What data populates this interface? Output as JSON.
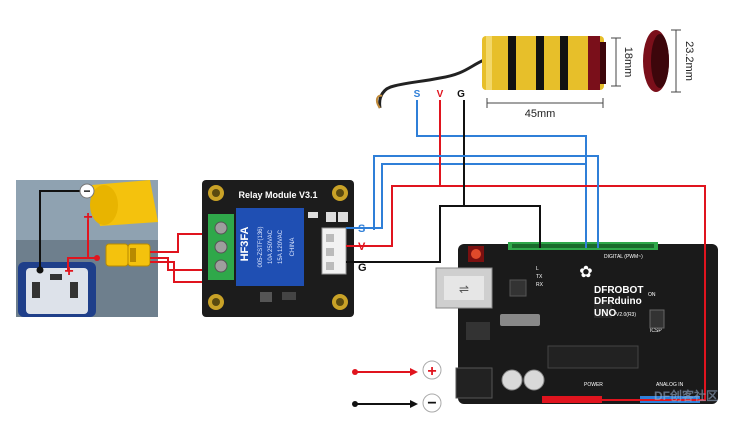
{
  "sensor": {
    "pin_s": "S",
    "pin_v": "V",
    "pin_g": "G",
    "dim_length": "45mm",
    "dim_diameter": "18mm",
    "dim_cap": "23.2mm"
  },
  "relay": {
    "title": "Relay Module V3.1",
    "pin_s": "S",
    "pin_v": "V",
    "pin_g": "G",
    "chip_brand": "HF3FA",
    "chip_model": "005-ZSTF(136)",
    "chip_rating1": "10A 250VAC",
    "chip_rating2": "15A 120VAC",
    "chip_country": "CHINA"
  },
  "arduino": {
    "brand": "DFROBOT",
    "name": "DFRduino",
    "model": "UNO",
    "version": "V2.0(R3)",
    "digital_label": "DIGITAL (PWM~)",
    "analog_label": "ANALOG IN",
    "power_label": "POWER",
    "on_label": "ON",
    "l_label": "L",
    "tx_label": "TX",
    "rx_label": "RX",
    "icsp_label": "ICSP"
  },
  "power": {
    "plus": "+",
    "minus": "−"
  },
  "outlet": {
    "minus": "−",
    "plus": "+"
  },
  "watermark": "DF创客社区",
  "colors": {
    "red": "#e0141e",
    "blue": "#2f7fd8",
    "black": "#111111",
    "board": "#1a1a1a",
    "green": "#2fa84a",
    "yellow": "#f4c20d"
  }
}
